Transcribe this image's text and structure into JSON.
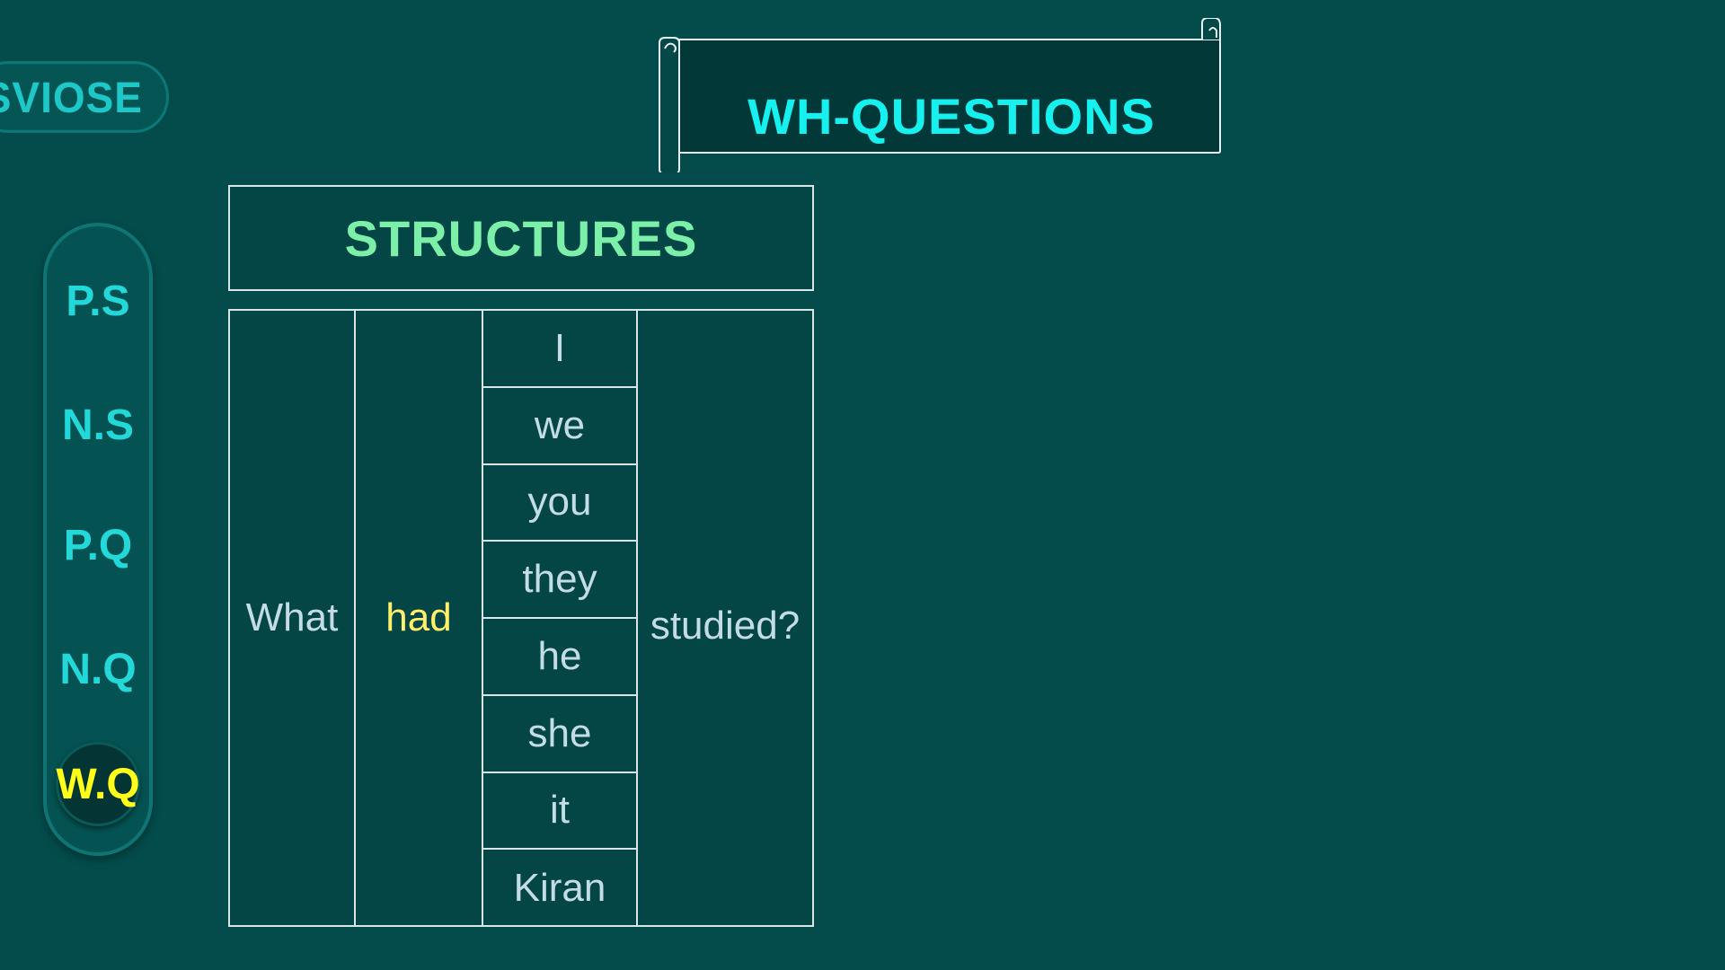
{
  "brand": {
    "label": "SVIOSE"
  },
  "banner": {
    "title": "WH-QUESTIONS"
  },
  "nav": {
    "items": [
      {
        "label": "P.S",
        "active": false
      },
      {
        "label": "N.S",
        "active": false
      },
      {
        "label": "P.Q",
        "active": false
      },
      {
        "label": "N.Q",
        "active": false
      },
      {
        "label": "W.Q",
        "active": true
      }
    ]
  },
  "structures": {
    "title": "STRUCTURES",
    "wh_word": "What",
    "auxiliary": "had",
    "subjects": [
      "I",
      "we",
      "you",
      "they",
      "he",
      "she",
      "it",
      "Kiran"
    ],
    "verb": "studied?"
  },
  "colors": {
    "background": "#044c4c",
    "banner_text": "#16f0ee",
    "structures_title": "#7cf0a8",
    "auxiliary_text": "#ffef6a",
    "active_nav_text": "#ffff1a",
    "table_text": "#c4dce6"
  }
}
